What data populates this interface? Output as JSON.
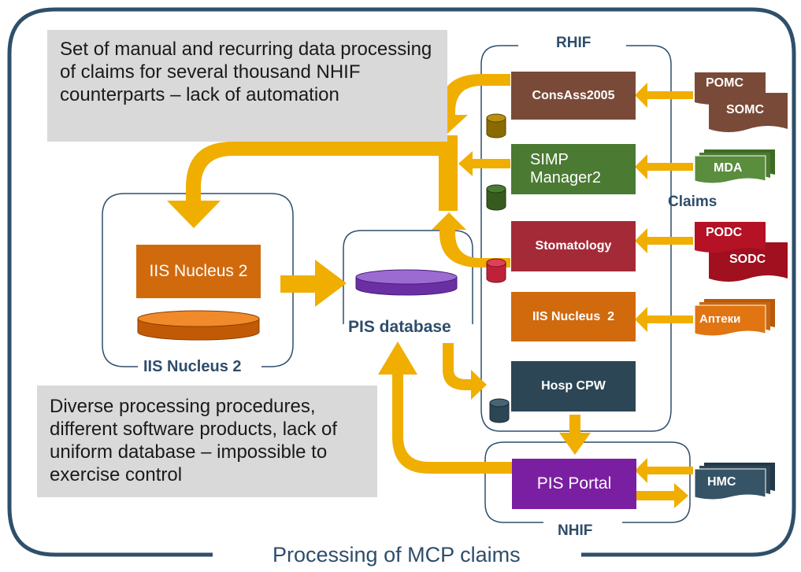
{
  "footer_title": "Processing of MCP claims",
  "notes": {
    "top": "Set of manual and recurring data processing of claims for several thousand NHIF counterparts – lack of automation",
    "bottom": "Diverse processing procedures, different software products, lack of uniform database – impossible to exercise control"
  },
  "groups": {
    "rhif": "RHIF",
    "nhif": "NHIF",
    "iis_nucleus": "IIS Nucleus 2",
    "pis_database": "PIS database",
    "claims": "Claims"
  },
  "systems": {
    "consass": "ConsAss2005",
    "simp_line1": "SIMP",
    "simp_line2": "Manager2",
    "stomatology": "Stomatology",
    "iis_nucleus_rhif": "IIS Nucleus  2",
    "hosp_cpw": "Hosp CPW",
    "iis_nucleus_main": "IIS Nucleus 2",
    "pis_portal": "PIS Portal"
  },
  "documents": {
    "pomc": "POMC",
    "somc": "SOMC",
    "mda": "MDA",
    "podc": "PODC",
    "sodc": "SODC",
    "apteki": "Аптеки",
    "hmc": "HMC"
  },
  "colors": {
    "arrow": "#f0ae00",
    "frame": "#2f4f6a",
    "consass": "#7a4a38",
    "simp": "#4b7a33",
    "stomatology": "#a52a37",
    "iis": "#d16a0d",
    "hosp": "#2c4655",
    "pis_portal": "#7b1fa2",
    "purple_db": "#7b3fb5",
    "note_bg": "#d9d9d9"
  }
}
